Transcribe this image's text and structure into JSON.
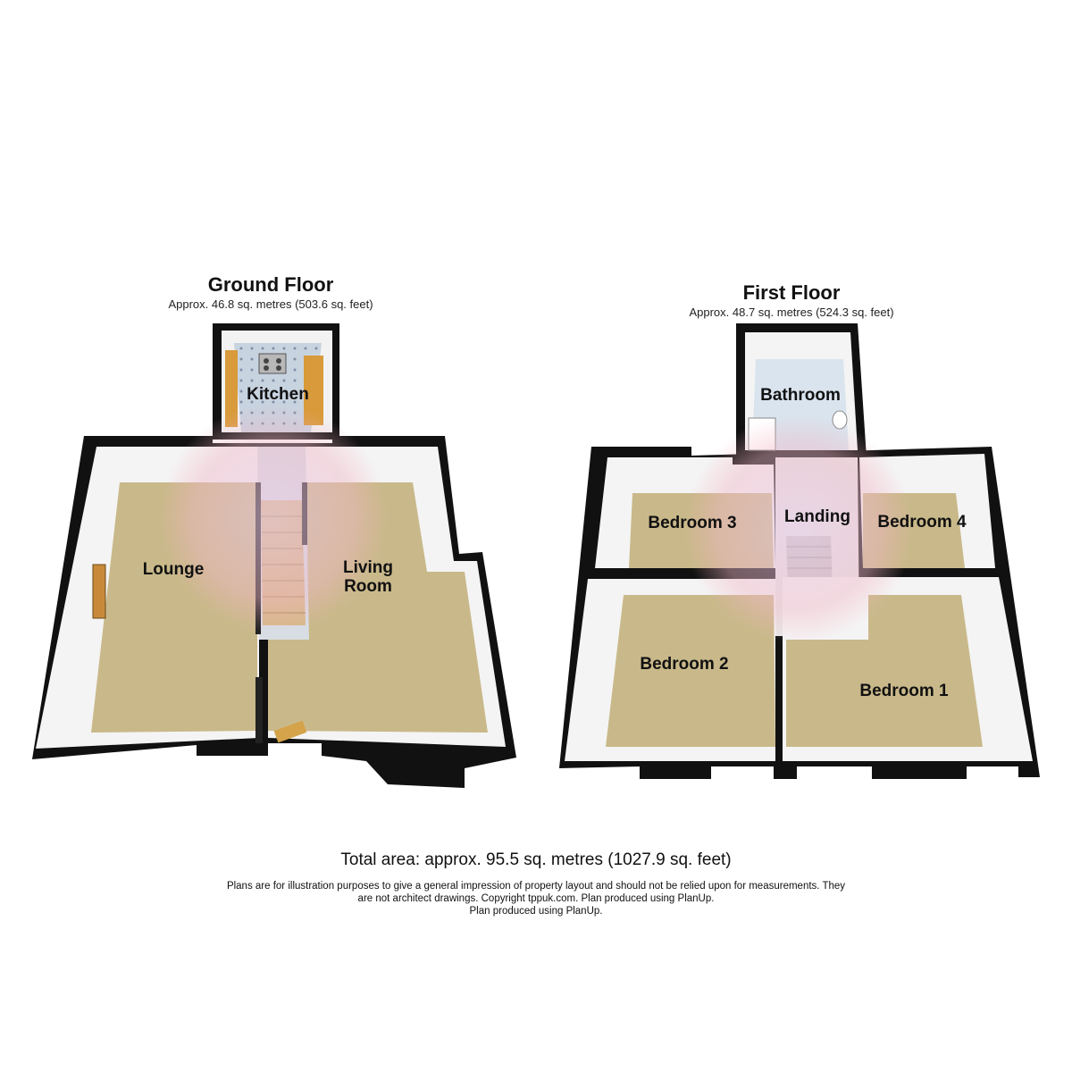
{
  "ground_floor": {
    "title": "Ground Floor",
    "area": "Approx. 46.8 sq. metres (503.6 sq. feet)",
    "rooms": {
      "kitchen": "Kitchen",
      "lounge": "Lounge",
      "living_room_line1": "Living",
      "living_room_line2": "Room"
    }
  },
  "first_floor": {
    "title": "First Floor",
    "area": "Approx. 48.7 sq. metres (524.3 sq. feet)",
    "rooms": {
      "bathroom": "Bathroom",
      "bedroom_3": "Bedroom 3",
      "landing": "Landing",
      "bedroom_4": "Bedroom 4",
      "bedroom_2": "Bedroom 2",
      "bedroom_1": "Bedroom 1"
    }
  },
  "footer": {
    "total_area": "Total area: approx. 95.5 sq. metres (1027.9 sq. feet)",
    "disclaimer_line1": "Plans are for illustration purposes to give a general impression of property layout and should not be relied upon for measurements. They",
    "disclaimer_line2": "are not architect drawings. Copyright tppuk.com. Plan produced using PlanUp.",
    "disclaimer_line3": "Plan produced using PlanUp."
  },
  "colors": {
    "carpet": "#c9b98a",
    "wall": "#111111",
    "wall_face": "#f4f4f4",
    "kitchen_floor": "#c8d3e0",
    "bathroom_floor": "#d9e4ee",
    "counter": "#d89a3a",
    "stairs": "#d7b98a"
  }
}
